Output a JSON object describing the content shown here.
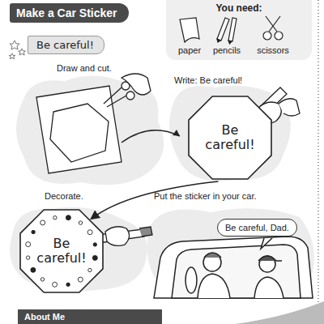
{
  "diagram": {
    "nodes": [
      {
        "text": [
          "Make a Car Sticker"
        ]
      },
      {
        "text": [
          "Be careful!"
        ]
      },
      {
        "text": [
          "You need:"
        ]
      },
      {
        "text": [
          "Be careful!"
        ]
      },
      {
        "text": [
          "Be careful!"
        ]
      },
      {
        "text": [
          "Be careful, Dad."
        ]
      },
      {
        "text": [
          "About Me"
        ]
      }
    ],
    "edges": [
      {
        "from": 3,
        "to": 4,
        "arrow": "to"
      }
    ],
    "labels": [
      "paper",
      "pencils",
      "scissors",
      "Draw and cut.",
      "Write: Be careful!",
      "Decorate.",
      "Put the sticker in your car."
    ]
  }
}
